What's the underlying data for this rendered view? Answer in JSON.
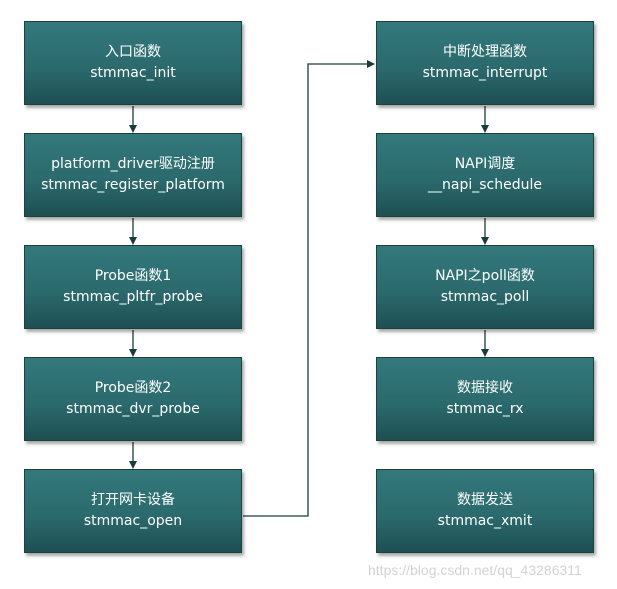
{
  "left_column": [
    {
      "title": "入口函数",
      "func": "stmmac_init"
    },
    {
      "title": "platform_driver驱动注册",
      "func": "stmmac_register_platform"
    },
    {
      "title": "Probe函数1",
      "func": "stmmac_pltfr_probe"
    },
    {
      "title": "Probe函数2",
      "func": "stmmac_dvr_probe"
    },
    {
      "title": "打开网卡设备",
      "func": "stmmac_open"
    }
  ],
  "right_column": [
    {
      "title": "中断处理函数",
      "func": "stmmac_interrupt"
    },
    {
      "title": "NAPI调度",
      "func": "__napi_schedule"
    },
    {
      "title": "NAPI之poll函数",
      "func": "stmmac_poll"
    },
    {
      "title": "数据接收",
      "func": "stmmac_rx"
    },
    {
      "title": "数据发送",
      "func": "stmmac_xmit"
    }
  ],
  "watermark": "https://blog.csdn.net/qq_43286311",
  "colors": {
    "box_fill": "#2b6a6d",
    "border": "#1f3f41",
    "arrow": "#1a3c3e",
    "text": "#ffffff"
  }
}
